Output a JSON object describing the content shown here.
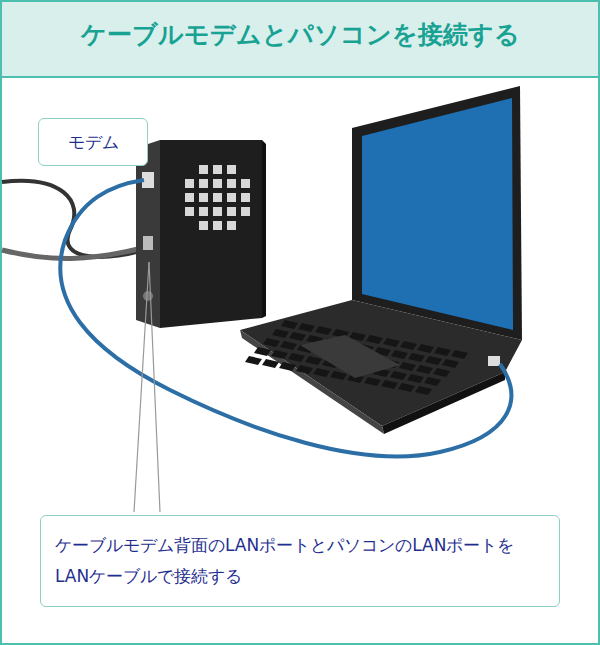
{
  "diagram": {
    "title": "ケーブルモデムとパソコンを接続する",
    "nodes": [
      {
        "text": [
          "モデム"
        ]
      },
      {
        "text": [
          "ケーブルモデム背面のLANポートとパソコンのLANポートをLANケーブルで接続する"
        ]
      }
    ]
  }
}
